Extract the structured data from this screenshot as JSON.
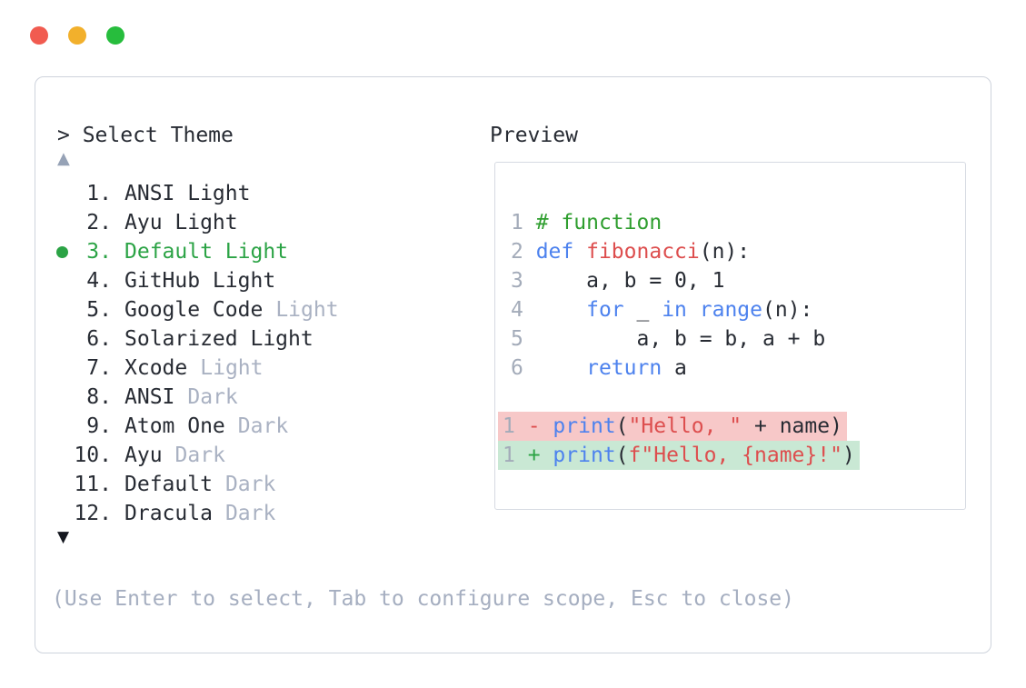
{
  "window": {
    "traffic_lights": [
      {
        "name": "close",
        "color": "#f15b50"
      },
      {
        "name": "minimize",
        "color": "#f2b02c"
      },
      {
        "name": "zoom",
        "color": "#27bd3d"
      }
    ]
  },
  "panel": {
    "prompt": "> Select Theme",
    "preview_label": "Preview",
    "scroll_up_icon": "▲",
    "scroll_down_icon": "▼",
    "hint": "(Use Enter to select, Tab to configure scope, Esc to close)"
  },
  "colors": {
    "selected_green": "#2ba345",
    "variant_gray": "#a9b1c2",
    "hint_gray": "#a5aec0",
    "line_number_gray": "#a3abb9",
    "comment_green": "#2f9e2f",
    "keyword_blue": "#4d82ee",
    "token_red": "#dd4e4e",
    "diff_removed_bg": "#f7c8c8",
    "diff_added_bg": "#c9e8d4"
  },
  "theme_list": {
    "selected_number": "3.",
    "items": [
      {
        "number": "1.",
        "name": "ANSI Light",
        "variant": "",
        "selected": false
      },
      {
        "number": "2.",
        "name": "Ayu Light",
        "variant": "",
        "selected": false
      },
      {
        "number": "3.",
        "name": "Default Light",
        "variant": "",
        "selected": true
      },
      {
        "number": "4.",
        "name": "GitHub Light",
        "variant": "",
        "selected": false
      },
      {
        "number": "5.",
        "name": "Google Code",
        "variant": "Light",
        "selected": false
      },
      {
        "number": "6.",
        "name": "Solarized Light",
        "variant": "",
        "selected": false
      },
      {
        "number": "7.",
        "name": "Xcode",
        "variant": "Light",
        "selected": false
      },
      {
        "number": "8.",
        "name": "ANSI",
        "variant": "Dark",
        "selected": false
      },
      {
        "number": "9.",
        "name": "Atom One",
        "variant": "Dark",
        "selected": false
      },
      {
        "number": "10.",
        "name": "Ayu",
        "variant": "Dark",
        "selected": false
      },
      {
        "number": "11.",
        "name": "Default",
        "variant": "Dark",
        "selected": false
      },
      {
        "number": "12.",
        "name": "Dracula",
        "variant": "Dark",
        "selected": false
      }
    ]
  },
  "preview": {
    "code_lines": [
      {
        "number": "1",
        "diff": "",
        "segments": [
          {
            "t": "# function",
            "c": "comment"
          }
        ]
      },
      {
        "number": "2",
        "diff": "",
        "segments": [
          {
            "t": "def",
            "c": "keyword"
          },
          {
            "t": " ",
            "c": "plain"
          },
          {
            "t": "fibonacci",
            "c": "function"
          },
          {
            "t": "(n):",
            "c": "plain"
          }
        ]
      },
      {
        "number": "3",
        "diff": "",
        "segments": [
          {
            "t": "    a, b = 0, 1",
            "c": "plain"
          }
        ]
      },
      {
        "number": "4",
        "diff": "",
        "segments": [
          {
            "t": "    ",
            "c": "plain"
          },
          {
            "t": "for",
            "c": "keyword"
          },
          {
            "t": " _ ",
            "c": "plain"
          },
          {
            "t": "in",
            "c": "keyword"
          },
          {
            "t": " ",
            "c": "plain"
          },
          {
            "t": "range",
            "c": "keyword"
          },
          {
            "t": "(n):",
            "c": "plain"
          }
        ]
      },
      {
        "number": "5",
        "diff": "",
        "segments": [
          {
            "t": "        a, b = b, a + b",
            "c": "plain"
          }
        ]
      },
      {
        "number": "6",
        "diff": "",
        "segments": [
          {
            "t": "    ",
            "c": "plain"
          },
          {
            "t": "return",
            "c": "keyword"
          },
          {
            "t": " a",
            "c": "plain"
          }
        ]
      },
      {
        "number": "",
        "diff": "",
        "segments": []
      },
      {
        "number": "1",
        "diff": "removed",
        "segments": [
          {
            "t": "-",
            "c": "diff-sign-removed"
          },
          {
            "t": " ",
            "c": "plain"
          },
          {
            "t": "print",
            "c": "keyword"
          },
          {
            "t": "(",
            "c": "plain"
          },
          {
            "t": "\"Hello, \"",
            "c": "string"
          },
          {
            "t": " + name)",
            "c": "plain"
          }
        ]
      },
      {
        "number": "1",
        "diff": "added",
        "segments": [
          {
            "t": "+",
            "c": "diff-sign-added"
          },
          {
            "t": " ",
            "c": "plain"
          },
          {
            "t": "print",
            "c": "keyword"
          },
          {
            "t": "(",
            "c": "plain"
          },
          {
            "t": "f\"Hello, {name}!\"",
            "c": "string"
          },
          {
            "t": ")",
            "c": "plain"
          }
        ]
      }
    ]
  }
}
